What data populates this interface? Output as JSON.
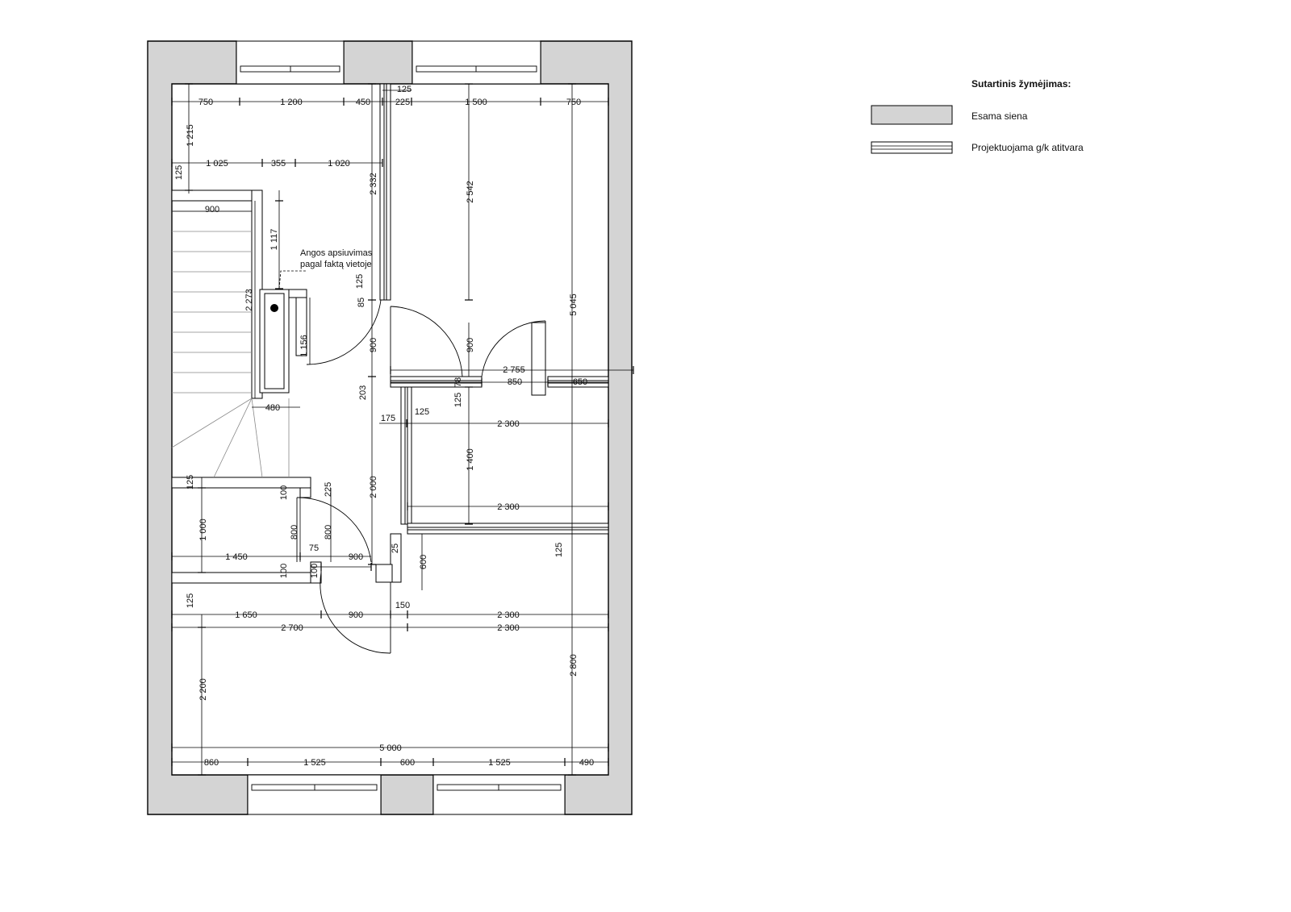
{
  "legend": {
    "title": "Sutartinis žymėjimas:",
    "existing_wall": "Esama siena",
    "partition": "Projektuojama g/k atitvara",
    "colors": {
      "existing_wall": "#d4d4d4",
      "partition": "#ffffff",
      "line": "#000000"
    }
  },
  "note": {
    "line1": "Angos apsiuvimas",
    "line2": "pagal faktą vietoje"
  },
  "dimensions": {
    "top_750a": "750",
    "top_1200": "1 200",
    "top_450": "450",
    "top_225": "225",
    "top_125": "125",
    "top_1500": "1 500",
    "top_750b": "750",
    "v_1215": "1 215",
    "h_1025": "1 025",
    "h_355": "355",
    "h_1020": "1 020",
    "v_125a": "125",
    "h_900a": "900",
    "v_1117": "1 117",
    "v_2332": "2 332",
    "v_2542": "2 542",
    "v_125b": "125",
    "v_85": "85",
    "v_2273": "2 273",
    "v_1156": "1 156",
    "v_900a": "900",
    "v_900b": "900",
    "v_5045": "5 045",
    "h_2755": "2 755",
    "v_78": "78",
    "h_850": "850",
    "h_650": "650",
    "v_203": "203",
    "v_125c": "125",
    "h_480": "480",
    "h_175": "175",
    "h_125": "125",
    "h_2300a": "2 300",
    "v_1400": "1 400",
    "v_2000": "2 000",
    "h_2300b": "2 300",
    "v_125d": "125",
    "v_100a": "100",
    "v_225": "225",
    "v_1000": "1 000",
    "v_800a": "800",
    "v_800b": "800",
    "h_75": "75",
    "v_25": "25",
    "v_125e": "125",
    "h_1450": "1 450",
    "v_100b": "100",
    "v_100c": "100",
    "h_900b": "900",
    "v_600": "600",
    "v_125f": "125",
    "h_1650": "1 650",
    "h_900c": "900",
    "h_150": "150",
    "h_2300c": "2 300",
    "h_2700": "2 700",
    "h_2300d": "2 300",
    "v_2200": "2 200",
    "v_2800": "2 800",
    "h_5000": "5 000",
    "bot_860": "860",
    "bot_1525a": "1 525",
    "bot_600": "600",
    "bot_1525b": "1 525",
    "bot_490": "490"
  }
}
